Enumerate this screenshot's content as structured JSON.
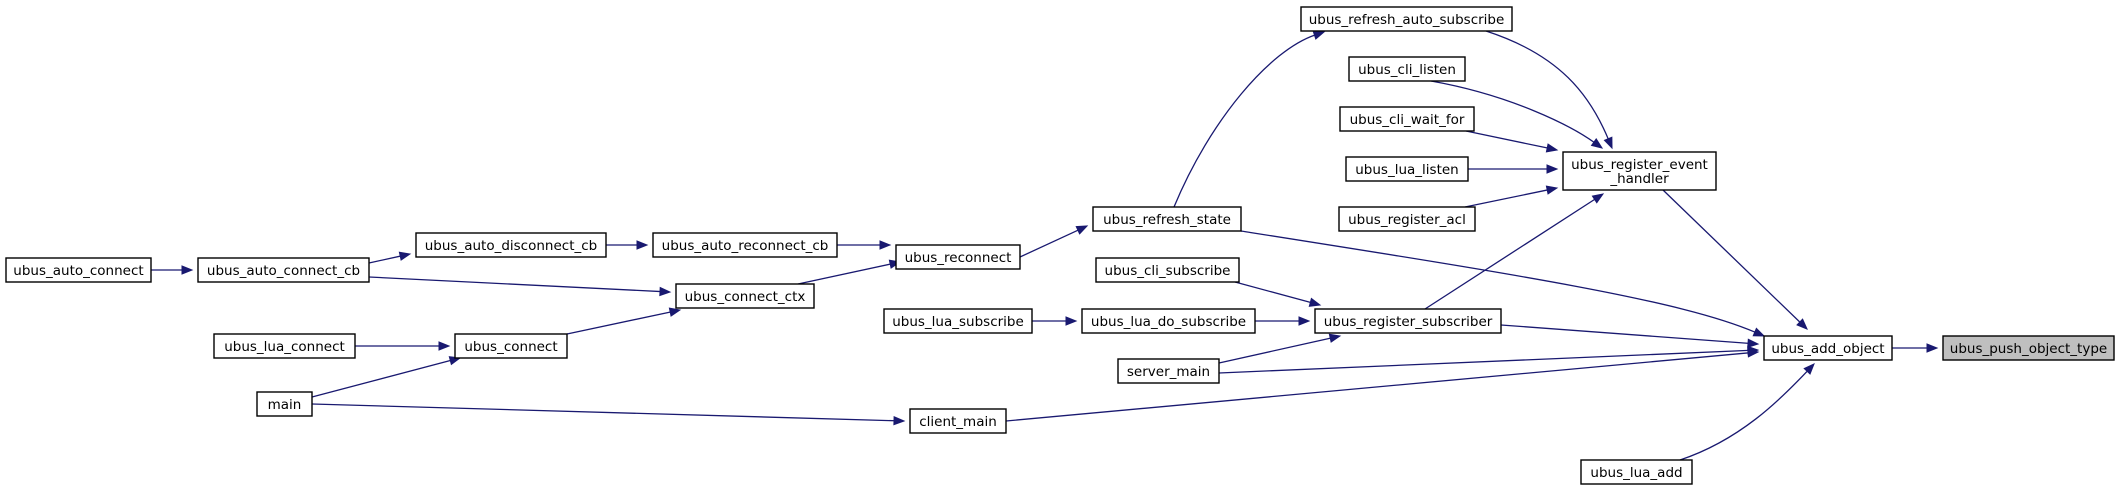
{
  "graph": {
    "title": "",
    "colors": {
      "edge": "#191970",
      "node_border": "#000000",
      "node_fill": "#ffffff",
      "highlight_fill": "#bfbfbf"
    },
    "nodes": [
      {
        "id": "push_object_type",
        "label": "ubus_push_object_type",
        "highlighted": true
      },
      {
        "id": "add_object",
        "label": "ubus_add_object"
      },
      {
        "id": "register_event_handler",
        "label": "ubus_register_event\n_handler"
      },
      {
        "id": "refresh_auto_subscribe",
        "label": "ubus_refresh_auto_subscribe"
      },
      {
        "id": "cli_listen",
        "label": "ubus_cli_listen"
      },
      {
        "id": "cli_wait_for",
        "label": "ubus_cli_wait_for"
      },
      {
        "id": "lua_listen",
        "label": "ubus_lua_listen"
      },
      {
        "id": "register_acl",
        "label": "ubus_register_acl"
      },
      {
        "id": "refresh_state",
        "label": "ubus_refresh_state"
      },
      {
        "id": "reconnect",
        "label": "ubus_reconnect"
      },
      {
        "id": "auto_reconnect_cb",
        "label": "ubus_auto_reconnect_cb"
      },
      {
        "id": "auto_disconnect_cb",
        "label": "ubus_auto_disconnect_cb"
      },
      {
        "id": "auto_connect_cb",
        "label": "ubus_auto_connect_cb"
      },
      {
        "id": "auto_connect",
        "label": "ubus_auto_connect"
      },
      {
        "id": "connect_ctx",
        "label": "ubus_connect_ctx"
      },
      {
        "id": "connect",
        "label": "ubus_connect"
      },
      {
        "id": "lua_connect",
        "label": "ubus_lua_connect"
      },
      {
        "id": "main",
        "label": "main"
      },
      {
        "id": "cli_subscribe",
        "label": "ubus_cli_subscribe"
      },
      {
        "id": "register_subscriber",
        "label": "ubus_register_subscriber"
      },
      {
        "id": "lua_do_subscribe",
        "label": "ubus_lua_do_subscribe"
      },
      {
        "id": "lua_subscribe",
        "label": "ubus_lua_subscribe"
      },
      {
        "id": "server_main",
        "label": "server_main"
      },
      {
        "id": "client_main",
        "label": "client_main"
      },
      {
        "id": "lua_add",
        "label": "ubus_lua_add"
      }
    ],
    "edges": [
      {
        "from": "add_object",
        "to": "push_object_type"
      },
      {
        "from": "register_event_handler",
        "to": "add_object"
      },
      {
        "from": "refresh_state",
        "to": "add_object"
      },
      {
        "from": "register_subscriber",
        "to": "add_object"
      },
      {
        "from": "server_main",
        "to": "add_object"
      },
      {
        "from": "client_main",
        "to": "add_object"
      },
      {
        "from": "lua_add",
        "to": "add_object"
      },
      {
        "from": "refresh_auto_subscribe",
        "to": "register_event_handler"
      },
      {
        "from": "cli_listen",
        "to": "register_event_handler"
      },
      {
        "from": "cli_wait_for",
        "to": "register_event_handler"
      },
      {
        "from": "lua_listen",
        "to": "register_event_handler"
      },
      {
        "from": "register_acl",
        "to": "register_event_handler"
      },
      {
        "from": "register_subscriber",
        "to": "register_event_handler"
      },
      {
        "from": "refresh_state",
        "to": "refresh_auto_subscribe"
      },
      {
        "from": "reconnect",
        "to": "refresh_state"
      },
      {
        "from": "auto_reconnect_cb",
        "to": "reconnect"
      },
      {
        "from": "connect_ctx",
        "to": "reconnect"
      },
      {
        "from": "auto_disconnect_cb",
        "to": "auto_reconnect_cb"
      },
      {
        "from": "auto_connect_cb",
        "to": "auto_disconnect_cb"
      },
      {
        "from": "auto_connect",
        "to": "auto_connect_cb"
      },
      {
        "from": "auto_connect_cb",
        "to": "connect_ctx"
      },
      {
        "from": "connect",
        "to": "connect_ctx"
      },
      {
        "from": "lua_connect",
        "to": "connect"
      },
      {
        "from": "main",
        "to": "connect"
      },
      {
        "from": "main",
        "to": "client_main"
      },
      {
        "from": "cli_subscribe",
        "to": "register_subscriber"
      },
      {
        "from": "lua_do_subscribe",
        "to": "register_subscriber"
      },
      {
        "from": "server_main",
        "to": "register_subscriber"
      },
      {
        "from": "lua_subscribe",
        "to": "lua_do_subscribe"
      }
    ]
  }
}
